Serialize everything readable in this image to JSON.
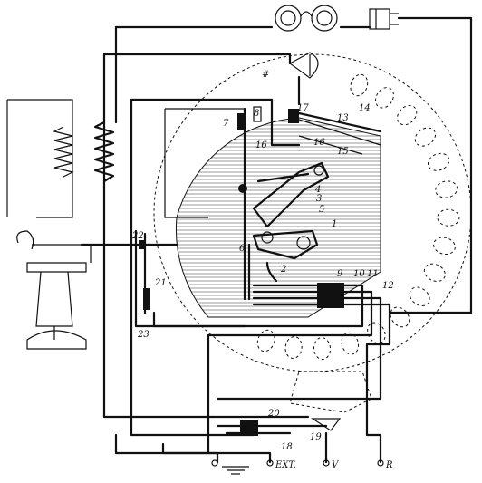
{
  "diagram": {
    "labels": [
      {
        "id": "1",
        "text": "1"
      },
      {
        "id": "2",
        "text": "2"
      },
      {
        "id": "3",
        "text": "3"
      },
      {
        "id": "4",
        "text": "4"
      },
      {
        "id": "5",
        "text": "5"
      },
      {
        "id": "6",
        "text": "6"
      },
      {
        "id": "7",
        "text": "7"
      },
      {
        "id": "8",
        "text": "8"
      },
      {
        "id": "9",
        "text": "9"
      },
      {
        "id": "10",
        "text": "10"
      },
      {
        "id": "11",
        "text": "11"
      },
      {
        "id": "12",
        "text": "12"
      },
      {
        "id": "13",
        "text": "13"
      },
      {
        "id": "14",
        "text": "14"
      },
      {
        "id": "15",
        "text": "15"
      },
      {
        "id": "16a",
        "text": "16"
      },
      {
        "id": "16b",
        "text": "16"
      },
      {
        "id": "17",
        "text": "17"
      },
      {
        "id": "18",
        "text": "18"
      },
      {
        "id": "19",
        "text": "19"
      },
      {
        "id": "20",
        "text": "20"
      },
      {
        "id": "21",
        "text": "21"
      },
      {
        "id": "22",
        "text": "22"
      },
      {
        "id": "23",
        "text": "23"
      },
      {
        "id": "hash",
        "text": "#"
      }
    ],
    "terminals": {
      "ext": "EXT.",
      "v": "V",
      "r": "R"
    },
    "dial_holes": 16
  }
}
